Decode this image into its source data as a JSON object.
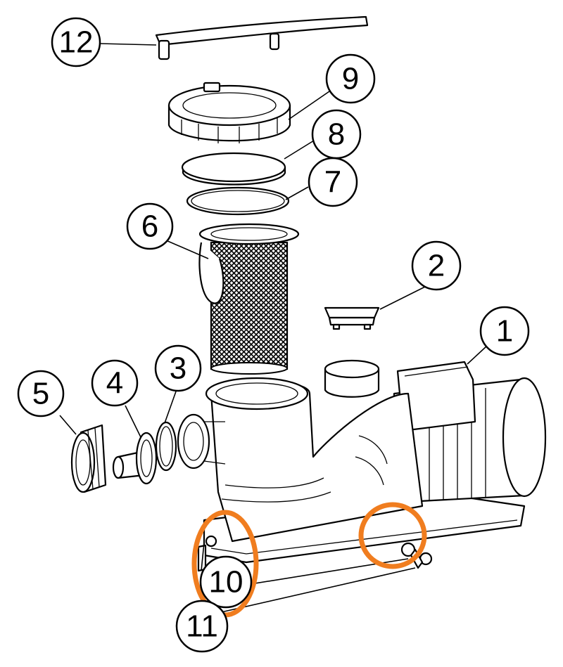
{
  "callouts": [
    {
      "id": "1",
      "label": "1"
    },
    {
      "id": "2",
      "label": "2"
    },
    {
      "id": "3",
      "label": "3"
    },
    {
      "id": "4",
      "label": "4"
    },
    {
      "id": "5",
      "label": "5"
    },
    {
      "id": "6",
      "label": "6"
    },
    {
      "id": "7",
      "label": "7"
    },
    {
      "id": "8",
      "label": "8"
    },
    {
      "id": "9",
      "label": "9"
    },
    {
      "id": "10",
      "label": "10"
    },
    {
      "id": "11",
      "label": "11"
    },
    {
      "id": "12",
      "label": "12"
    }
  ],
  "colors": {
    "line": "#000000",
    "background": "#ffffff",
    "highlight": "#f07d1f"
  }
}
